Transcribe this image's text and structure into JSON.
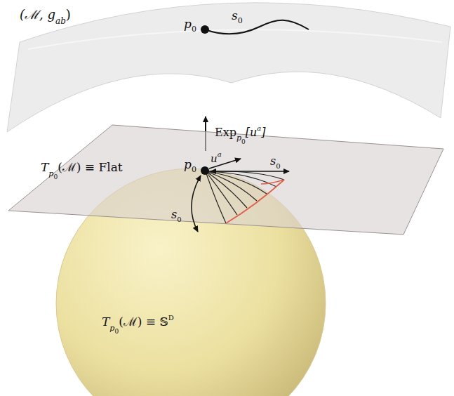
{
  "diagram": {
    "labels": [
      "(ℳ, g",
      "ab",
      ")",
      "p",
      "0",
      "s",
      "0",
      "Exp",
      "p",
      "0",
      "[u",
      "a",
      "]",
      "T",
      "p",
      "0",
      "(ℳ) ≡ Flat",
      "p",
      "0",
      "u",
      "a",
      "s",
      "0",
      "s",
      "0",
      "T",
      "p",
      "0",
      "(ℳ) ≡ 𝕊",
      "D"
    ]
  }
}
